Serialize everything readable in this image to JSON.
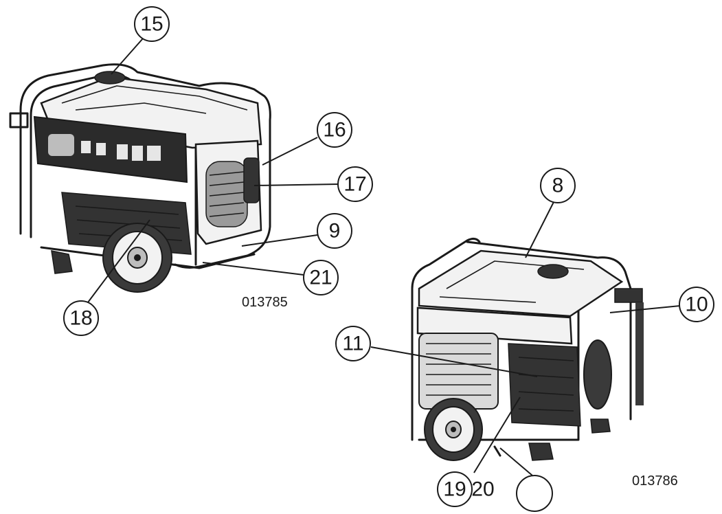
{
  "figures": [
    {
      "code": "013785"
    },
    {
      "code": "013786"
    }
  ],
  "callouts": [
    {
      "label": "15"
    },
    {
      "label": "16"
    },
    {
      "label": "17"
    },
    {
      "label": "9"
    },
    {
      "label": "21"
    },
    {
      "label": "18"
    },
    {
      "label": "8"
    },
    {
      "label": "10"
    },
    {
      "label": "11"
    },
    {
      "label": "19"
    },
    {
      "label": "20"
    },
    {
      "label": ""
    }
  ],
  "colors": {
    "ink": "#1a1a1a",
    "background": "#ffffff"
  }
}
